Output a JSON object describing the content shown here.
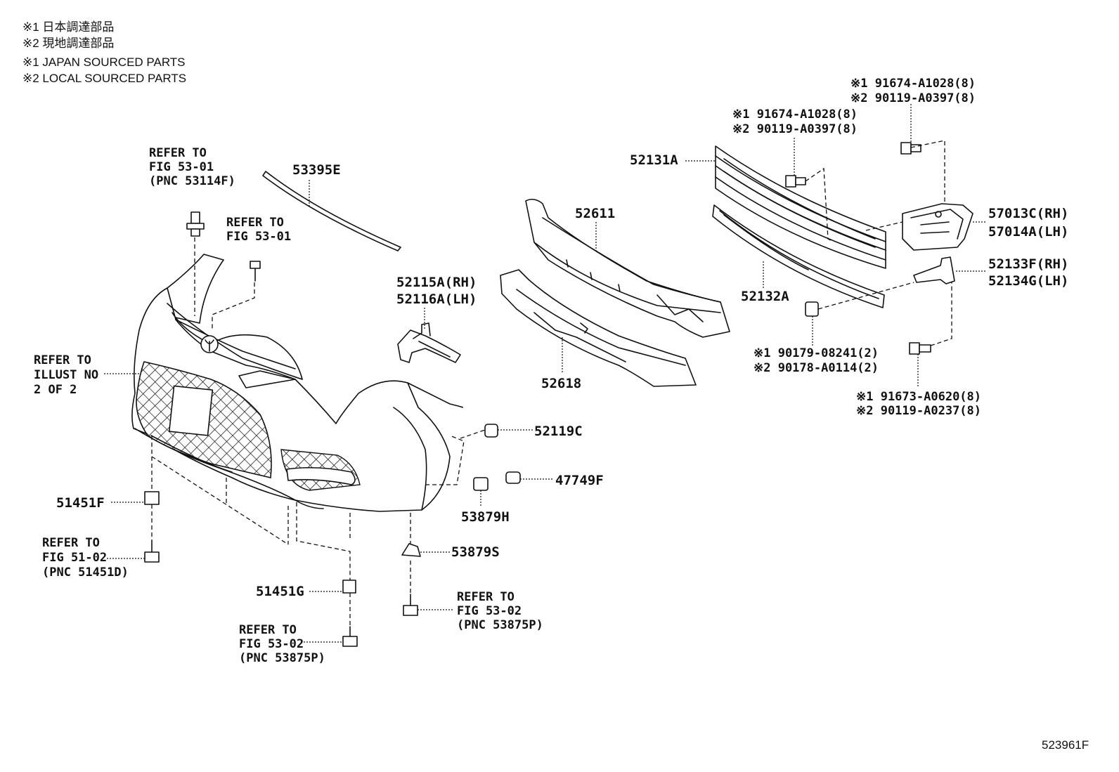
{
  "notes": {
    "jp1": "※1 日本調達部品",
    "jp2": "※2 現地調達部品",
    "en1": "※1 JAPAN SOURCED PARTS",
    "en2": "※2 LOCAL SOURCED PARTS"
  },
  "callouts": {
    "refer_53114f": {
      "l1": "REFER TO",
      "l2": "FIG 53-01",
      "l3": "(PNC 53114F)"
    },
    "refer_5301": {
      "l1": "REFER TO",
      "l2": "FIG 53-01"
    },
    "refer_illust": {
      "l1": "REFER TO",
      "l2": "ILLUST NO",
      "l3": "2 OF 2"
    },
    "refer_51451d": {
      "l1": "REFER TO",
      "l2": "FIG 51-02",
      "l3": "(PNC 51451D)"
    },
    "refer_53875p_a": {
      "l1": "REFER TO",
      "l2": "FIG 53-02",
      "l3": "(PNC 53875P)"
    },
    "refer_53875p_b": {
      "l1": "REFER TO",
      "l2": "FIG 53-02",
      "l3": "(PNC 53875P)"
    }
  },
  "parts": {
    "p53395e": "53395E",
    "p52115a": "52115A(RH)",
    "p52116a": "52116A(LH)",
    "p52611": "52611",
    "p52618": "52618",
    "p52131a": "52131A",
    "p52132a": "52132A",
    "p57013c": "57013C(RH)",
    "p57014a": "57014A(LH)",
    "p52133f": "52133F(RH)",
    "p52134g": "52134G(LH)",
    "p52119c": "52119C",
    "p47749f": "47749F",
    "p53879h": "53879H",
    "p53879s": "53879S",
    "p51451f": "51451F",
    "p51451g": "51451G"
  },
  "bolts": {
    "top_right": {
      "l1": "※1 91674-A1028(8)",
      "l2": "※2 90119-A0397(8)"
    },
    "top_mid": {
      "l1": "※1 91674-A1028(8)",
      "l2": "※2 90119-A0397(8)"
    },
    "nut": {
      "l1": "※1 90179-08241(2)",
      "l2": "※2 90178-A0114(2)"
    },
    "lower": {
      "l1": "※1 91673-A0620(8)",
      "l2": "※2 90119-A0237(8)"
    }
  },
  "diagram_id": "523961F"
}
